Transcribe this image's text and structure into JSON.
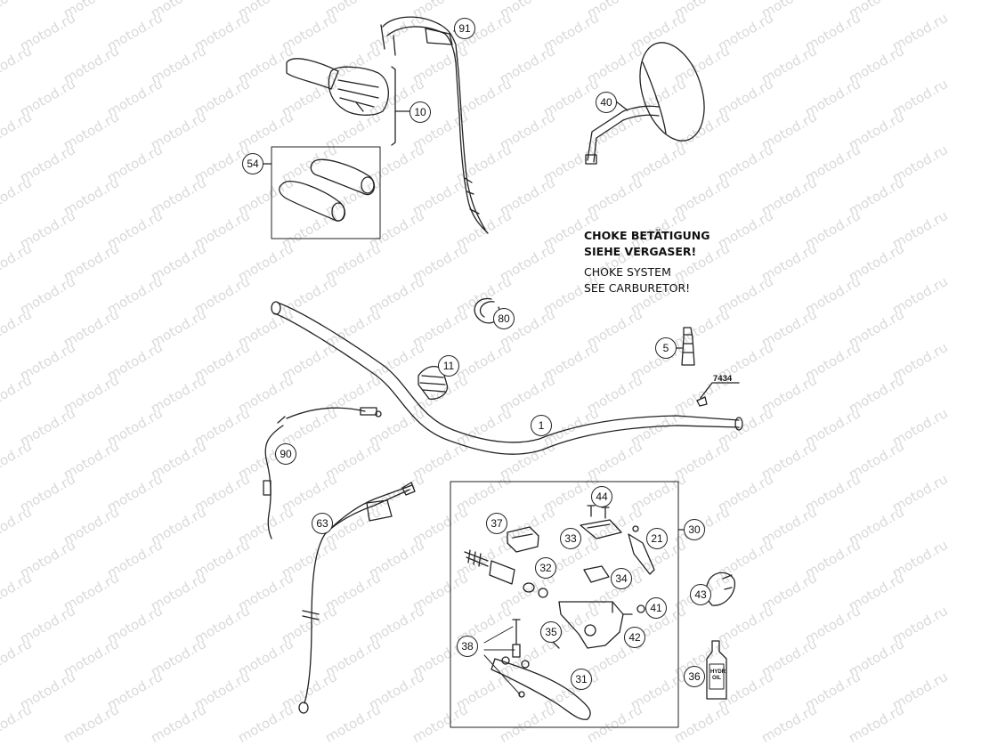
{
  "watermark": "motod.ru",
  "note": {
    "de_line1": "CHOKE BETÄTIGUNG",
    "de_line2": "SIEHE VERGASER!",
    "en_line1": "CHOKE SYSTEM",
    "en_line2": "SEE CARBURETOR!"
  },
  "callouts": {
    "c91": "91",
    "c10": "10",
    "c54": "54",
    "c40": "40",
    "c80": "80",
    "c5": "5",
    "c11": "11",
    "c1": "1",
    "c90": "90",
    "c63": "63",
    "c44": "44",
    "c37": "37",
    "c33": "33",
    "c21": "21",
    "c30": "30",
    "c32": "32",
    "c34": "34",
    "c43": "43",
    "c41": "41",
    "c35": "35",
    "c42": "42",
    "c38": "38",
    "c31": "31",
    "c36": "36"
  },
  "reference_number": "7434",
  "bottle_label": "HYDR. OIL"
}
